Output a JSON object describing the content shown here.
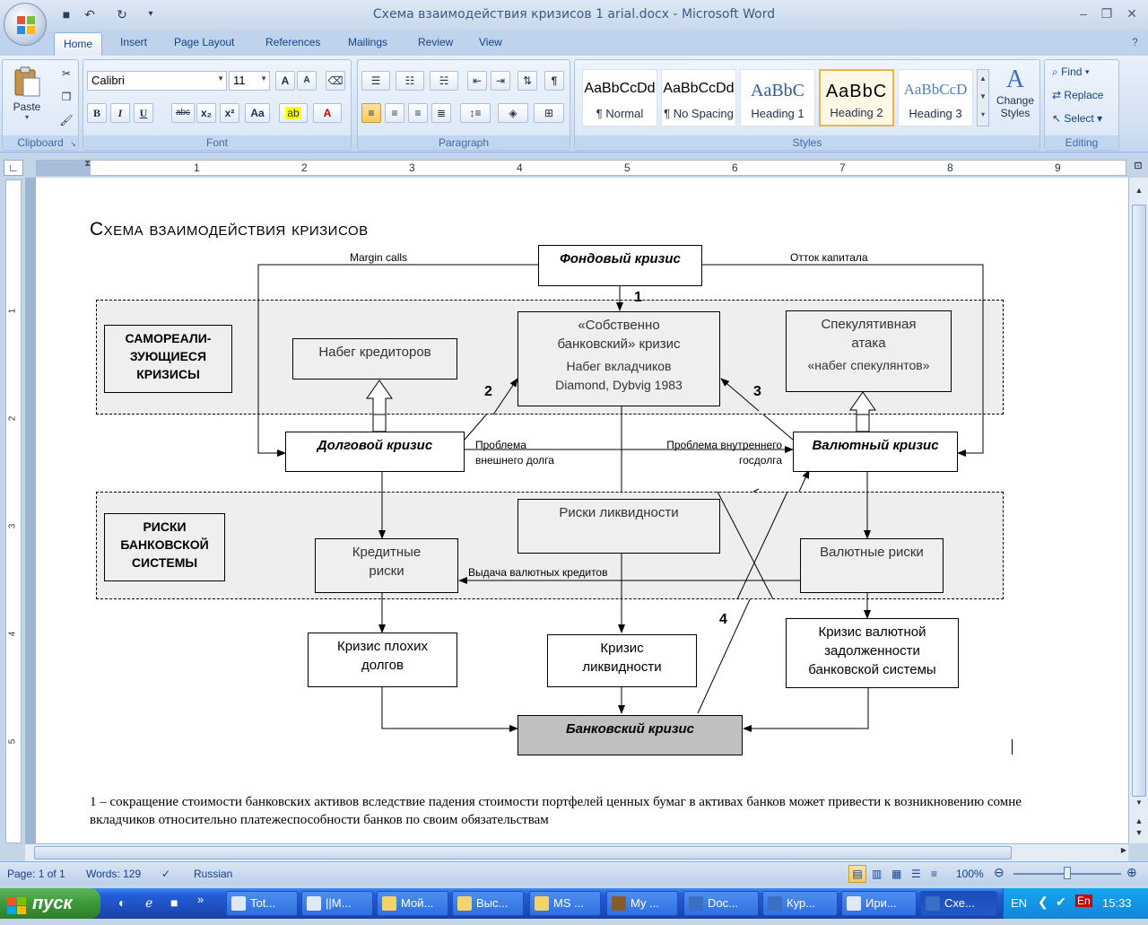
{
  "window": {
    "title": "Схема взаимодействия кризисов 1 arial.docx - Microsoft Word"
  },
  "tabs": [
    "Home",
    "Insert",
    "Page Layout",
    "References",
    "Mailings",
    "Review",
    "View"
  ],
  "ribbon": {
    "clipboard": {
      "label": "Clipboard",
      "paste": "Paste"
    },
    "font": {
      "label": "Font",
      "name": "Calibri",
      "size": "11",
      "bold": "B",
      "italic": "I",
      "underline": "U",
      "strike": "abc",
      "sub": "x₂",
      "sup": "x²",
      "case": "Aa",
      "grow": "A",
      "shrink": "A"
    },
    "paragraph": {
      "label": "Paragraph"
    },
    "styles": {
      "label": "Styles",
      "items": [
        {
          "sample": "AaBbCcDd",
          "name": "¶ Normal"
        },
        {
          "sample": "AaBbCcDd",
          "name": "¶ No Spacing"
        },
        {
          "sample": "AaBbC",
          "name": "Heading 1"
        },
        {
          "sample": "AaBbC",
          "name": "Heading 2"
        },
        {
          "sample": "AaBbCcD",
          "name": "Heading 3"
        }
      ],
      "change": "Change Styles"
    },
    "editing": {
      "label": "Editing",
      "find": "Find",
      "replace": "Replace",
      "select": "Select"
    }
  },
  "ruler": {
    "marks": [
      "1",
      "2",
      "3",
      "4",
      "5",
      "6",
      "7",
      "8",
      "9"
    ],
    "vmarks": [
      "1",
      "2",
      "3",
      "4",
      "5"
    ]
  },
  "document": {
    "heading": "Схема взаимодействия кризисов",
    "diagram": {
      "stock_crisis": "Фондовый кризис",
      "margin_calls": "Margin calls",
      "capital_outflow": "Отток капитала",
      "zone1_label": "САМОРЕАЛИ-ЗУЮЩИЕСЯ КРИЗИСЫ",
      "creditor_run": "Набег кредиторов",
      "own_bank_crisis_1": "«Собственно",
      "own_bank_crisis_2": "банковский» кризис",
      "depositor_run": "Набег вкладчиков",
      "dd_ref": "Diamond, Dybvig 1983",
      "spec_attack_1": "Спекулятивная",
      "spec_attack_2": "атака",
      "spec_run": "«набег спекулянтов»",
      "debt_crisis": "Долговой кризис",
      "currency_crisis": "Валютный кризис",
      "ext_debt_1": "Проблема",
      "ext_debt_2": "внешнего долга",
      "int_debt_1": "Проблема  внутреннего",
      "int_debt_2": "госдолга",
      "zone2_label": "РИСКИ БАНКОВСКОЙ СИСТЕМЫ",
      "liquidity_risks": "Риски ликвидности",
      "credit_risks_1": "Кредитные",
      "credit_risks_2": "риски",
      "fx_risks": "Валютные риски",
      "fx_loans": "Выдача валютных кредитов",
      "bad_debt_1": "Кризис плохих",
      "bad_debt_2": "долгов",
      "liq_crisis_1": "Кризис",
      "liq_crisis_2": "ликвидности",
      "fx_debt_1": "Кризис валютной",
      "fx_debt_2": "задолженности",
      "fx_debt_3": "банковской системы",
      "bank_crisis": "Банковский кризис",
      "n1": "1",
      "n2": "2",
      "n3": "3",
      "n4": "4"
    },
    "footnote_1": "1 – сокращение стоимости банковских активов вследствие падения стоимости портфелей ценных бумаг в активах банков может привести к возникновению сомне",
    "footnote_2": "вкладчиков относительно платежеспособности банков по своим обязательствам"
  },
  "status": {
    "page": "Page: 1 of 1",
    "words": "Words: 129",
    "language": "Russian",
    "zoom": "100%"
  },
  "taskbar": {
    "start": "пуск",
    "tasks": [
      "Tot...",
      "||М...",
      "Мой...",
      "Выс...",
      "MS ...",
      "Му ...",
      "Doc...",
      "Кур...",
      "Ири...",
      "Схе..."
    ],
    "lang": "EN",
    "clock": "15:33"
  }
}
